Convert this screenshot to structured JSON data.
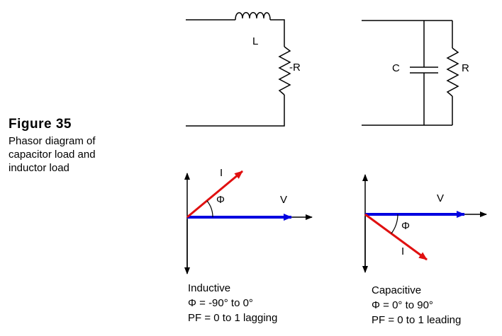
{
  "caption": {
    "figure_number": "Figure 35",
    "lines": [
      "Phasor diagram of",
      "capacitor load and",
      "inductor load"
    ]
  },
  "inductive_circuit": {
    "inductor_label": "L",
    "resistor_label": "-R"
  },
  "capacitive_circuit": {
    "capacitor_label": "C",
    "resistor_label": "R"
  },
  "inductive_phasor": {
    "current_label": "I",
    "voltage_label": "V",
    "angle_label": "Φ",
    "note": [
      "Inductive",
      "Φ = -90° to 0°",
      "PF = 0 to 1 lagging"
    ]
  },
  "capacitive_phasor": {
    "current_label": "I",
    "voltage_label": "V",
    "angle_label": "Φ",
    "note": [
      "Capacitive",
      "Φ = 0° to 90°",
      "PF = 0 to 1 leading"
    ]
  },
  "colors": {
    "voltage_phasor": "#0000e0",
    "current_phasor": "#e01010",
    "wire": "#000000"
  }
}
